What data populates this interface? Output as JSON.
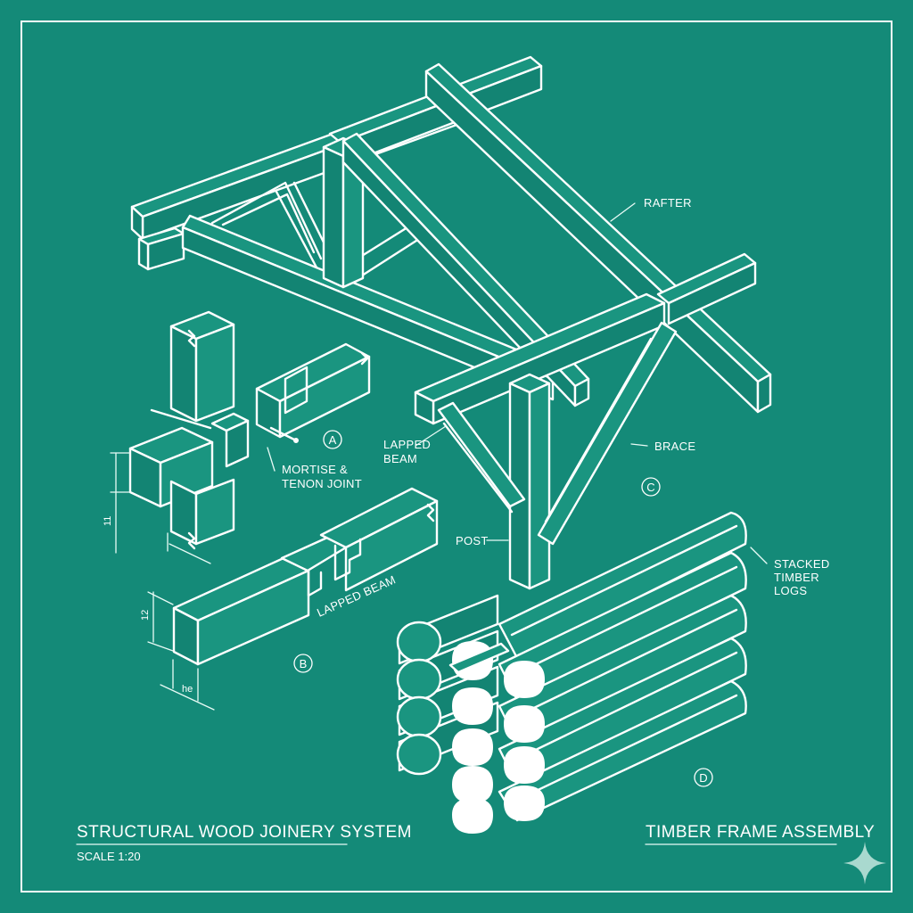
{
  "title_left": "STRUCTURAL WOOD JOINERY SYSTEM",
  "scale": "SCALE 1:20",
  "title_right": "TIMBER FRAME ASSEMBLY",
  "callouts": {
    "rafter": "RAFTER",
    "lapped_beam_c_line1": "LAPPED",
    "lapped_beam_c_line2": "BEAM",
    "brace": "BRACE",
    "post": "POST",
    "mortise_line1": "MORTISE &",
    "mortise_line2": "TENON JOINT",
    "lapped_beam_b": "LAPPED BEAM",
    "stacked_line1": "STACKED",
    "stacked_line2": "TIMBER",
    "stacked_line3": "LOGS"
  },
  "markers": {
    "a": "A",
    "b": "B",
    "c": "C",
    "d": "D"
  },
  "dimensions": {
    "d11": "11",
    "d12": "12",
    "dhe": "he"
  },
  "colors": {
    "background": "#148a78",
    "line": "#ffffff"
  },
  "decor": {
    "corner_icon": "sparkle-icon"
  }
}
